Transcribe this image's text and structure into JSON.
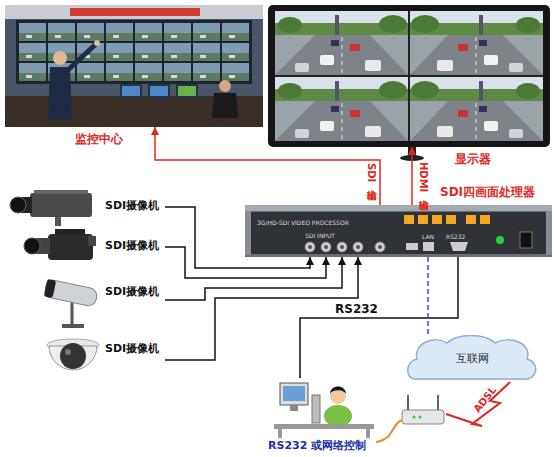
{
  "diagram": {
    "nodes": [
      {
        "text": [
          "监控中心"
        ]
      },
      {
        "text": [
          "显示器"
        ]
      },
      {
        "text": [
          "SDI四画面处理器",
          "3G/HD-SDI VIDEO PROCESSOR",
          "SDI INPUT",
          "LAN",
          "RS232"
        ]
      },
      {
        "text": [
          "SDI摄像机"
        ]
      },
      {
        "text": [
          "SDI摄像机"
        ]
      },
      {
        "text": [
          "SDI摄像机"
        ]
      },
      {
        "text": [
          "SDI摄像机"
        ]
      },
      {
        "text": [
          "RS232 或网络控制"
        ]
      },
      {
        "text": [
          "互联网"
        ]
      }
    ],
    "edges": [
      {
        "from": 3,
        "to": 2,
        "arrow": "to"
      },
      {
        "from": 4,
        "to": 2,
        "arrow": "to"
      },
      {
        "from": 5,
        "to": 2,
        "arrow": "to"
      },
      {
        "from": 6,
        "to": 2,
        "arrow": "to"
      },
      {
        "from": 2,
        "to": 0,
        "label": "SDI输出",
        "arrow": "to"
      },
      {
        "from": 2,
        "to": 1,
        "label": "HDMI输出",
        "arrow": "to"
      },
      {
        "from": 7,
        "to": 2,
        "label": "RS232",
        "arrow": "none"
      },
      {
        "from": 2,
        "to": 8,
        "arrow": "none"
      }
    ],
    "labels": [
      "ADSL"
    ]
  }
}
